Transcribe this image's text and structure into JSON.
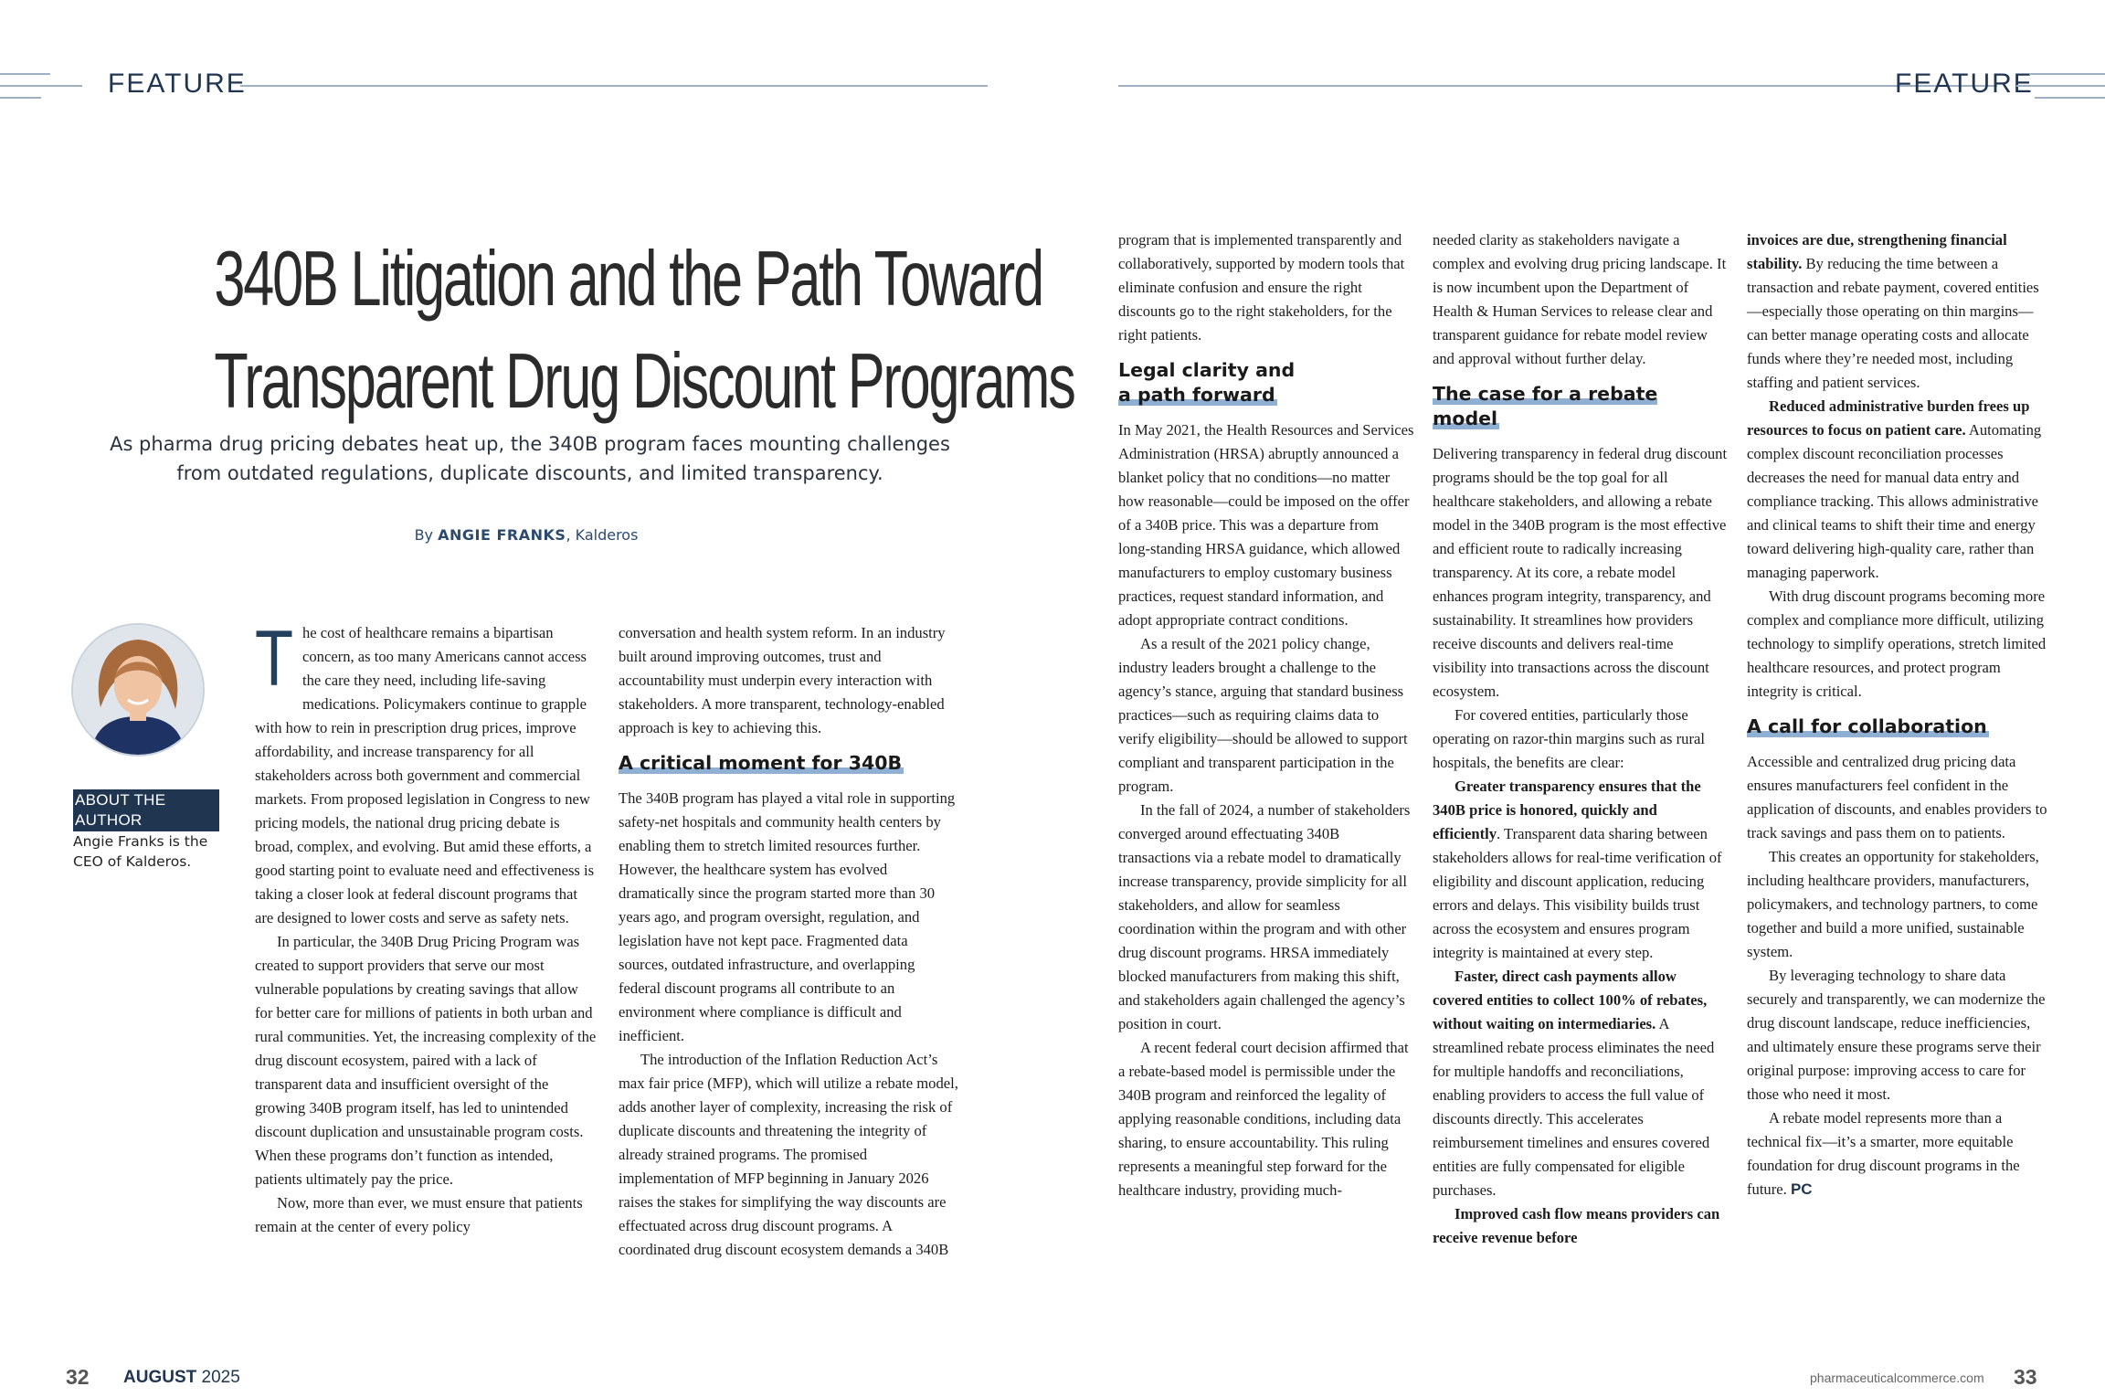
{
  "header": {
    "left_label": "FEATURE",
    "right_label": "FEATURE"
  },
  "article": {
    "title_line1": "340B Litigation and the Path Toward",
    "title_line2": "Transparent Drug Discount Programs",
    "subtitle": "As pharma drug pricing debates heat up, the 340B program faces mounting challenges from outdated regulations, duplicate discounts, and limited transparency.",
    "byline_prefix": "By",
    "author": "ANGIE FRANKS",
    "byline_affiliation": ", Kalderos"
  },
  "author_box": {
    "label": "ABOUT THE AUTHOR",
    "bio": "Angie Franks is the CEO of Kalderos."
  },
  "col1": {
    "dropcap": "T",
    "p1": "he cost of healthcare remains a bipartisan concern, as too many Americans cannot access the care they need, including life-saving medications. Policymakers continue to grapple with how to rein in prescription drug prices, improve affordability, and increase transparency for all stakeholders across both government and commercial markets. From proposed legislation in Congress to new pricing models, the national drug pricing debate is broad, complex, and evolving. But amid these efforts, a good starting point to evaluate need and effectiveness is taking a closer look at federal discount programs that are designed to lower costs and serve as safety nets.",
    "p2": "In particular, the 340B Drug Pricing Program was created to support providers that serve our most vulnerable populations by creating savings that allow for better care for millions of patients in both urban and rural communities. Yet, the increasing complexity of the drug discount ecosystem, paired with a lack of transparent data and insufficient oversight of the growing 340B program itself, has led to unintended discount duplication and unsustainable program costs. When these programs don’t function as intended, patients ultimately pay the price.",
    "p3": "Now, more than ever, we must ensure that patients remain at the center of every policy"
  },
  "col2": {
    "p1": "conversation and health system reform. In an industry built around improving outcomes, trust and accountability must underpin every interaction with stakeholders. A more transparent, technology-enabled approach is key to achieving this.",
    "head1": "A critical moment for 340B",
    "p2": "The 340B program has played a vital role in supporting safety-net hospitals and community health centers by enabling them to stretch limited resources further. However, the healthcare system has evolved dramatically since the program started more than 30 years ago, and program oversight, regulation, and legislation have not kept pace. Fragmented data sources, outdated infrastructure, and overlapping federal discount programs all contribute to an environment where compliance is difficult and inefficient.",
    "p3": "The introduction of the Inflation Reduction Act’s max fair price (MFP), which will utilize a rebate model, adds another layer of complexity, increasing the risk of duplicate discounts and threatening the integrity of already strained programs. The promised implementation of MFP beginning in January 2026 raises the stakes for simplifying the way discounts are effectuated across drug discount programs. A coordinated drug discount ecosystem demands a 340B"
  },
  "col3": {
    "p1": "program that is implemented transparently and collaboratively, supported by modern tools that eliminate confusion and ensure the right discounts go to the right stakeholders, for the right patients.",
    "head1_line1": "Legal clarity and",
    "head1_line2": "a path forward",
    "p2": "In May 2021, the Health Resources and Services Administration (HRSA) abruptly announced a blanket policy that no conditions—no matter how reasonable—could be imposed on the offer of a 340B price. This was a departure from long-standing HRSA guidance, which allowed manufacturers to employ customary business practices, request standard information, and adopt appropriate contract conditions.",
    "p3": "As a result of the 2021 policy change, industry leaders brought a challenge to the agency’s stance, arguing that standard business practices—such as requiring claims data to verify eligibility—should be allowed to support compliant and transparent participation in the program.",
    "p4": "In the fall of 2024, a number of stakeholders converged around effectuating 340B transactions via a rebate model to dramatically increase transparency, provide simplicity for all stakeholders, and allow for seamless coordination within the program and with other drug discount programs. HRSA immediately blocked manufacturers from making this shift, and stakeholders again challenged the agency’s position in court.",
    "p5": "A recent federal court decision affirmed that a rebate-based model is permissible under the 340B program and reinforced the legality of applying reasonable conditions, including data sharing, to ensure accountability. This ruling represents a meaningful step forward for the healthcare industry, providing much-"
  },
  "col4": {
    "p1": "needed clarity as stakeholders navigate a complex and evolving drug pricing landscape. It is now incumbent upon the Department of Health & Human Services to release clear and transparent guidance for rebate model review and approval without further delay.",
    "head1": "The case for a rebate model",
    "p2": "Delivering transparency in federal drug discount programs should be the top goal for all healthcare stakeholders, and allowing a rebate model in the 340B program is the most effective and efficient route to radically increasing transparency. At its core, a rebate model enhances program integrity, transparency, and sustainability. It streamlines how providers receive discounts and delivers real-time visibility into transactions across the discount ecosystem.",
    "p3": "For covered entities, particularly those operating on razor-thin margins such as rural hospitals, the benefits are clear:",
    "p4_bold": "Greater transparency ensures that the 340B price is honored, quickly and efficiently",
    "p4_rest": ". Transparent data sharing between stakeholders allows for real-time verification of eligibility and discount application, reducing errors and delays. This visibility builds trust across the ecosystem and ensures program integrity is maintained at every step.",
    "p5_bold": "Faster, direct cash payments allow covered entities to collect 100% of rebates, without waiting on intermediaries.",
    "p5_rest": " A streamlined rebate process eliminates the need for multiple handoffs and reconciliations, enabling providers to access the full value of discounts directly. This accelerates reimbursement timelines and ensures covered entities are fully compensated for eligible purchases.",
    "p6_bold": "Improved cash flow means providers can receive revenue before"
  },
  "col5": {
    "p1_bold": "invoices are due, strengthening financial stability.",
    "p1_rest": " By reducing the time between a transaction and rebate payment, covered entities—especially those operating on thin margins—can better manage operating costs and allocate funds where they’re needed most, including staffing and patient services.",
    "p2_bold": "Reduced administrative burden frees up resources to focus on patient care.",
    "p2_rest": " Automating complex discount reconciliation processes decreases the need for manual data entry and compliance tracking. This allows administrative and clinical teams to shift their time and energy toward delivering high-quality care, rather than managing paperwork.",
    "p3": "With drug discount programs becoming more complex and compliance more difficult, utilizing technology to simplify operations, stretch limited healthcare resources, and protect program integrity is critical.",
    "head1": "A call for collaboration",
    "p4": "Accessible and centralized drug pricing data ensures manufacturers feel confident in the application of discounts, and enables providers to track savings and pass them on to patients.",
    "p5": "This creates an opportunity for stakeholders, including healthcare providers, manufacturers, policymakers, and technology partners, to come together and build a more unified, sustainable system.",
    "p6": "By leveraging technology to share data securely and transparently, we can modernize the drug discount landscape, reduce inefficiencies, and ultimately ensure these programs serve their original purpose: improving access to care for those who need it most.",
    "p7": "A rebate model represents more than a technical fix—it’s a smarter, more equitable foundation for drug discount programs in the future.",
    "end_mark": "PC"
  },
  "footer": {
    "left_page_num": "32",
    "month": "AUGUST",
    "year": "2025",
    "site": "pharmaceuticalcommerce.com",
    "right_page_num": "33"
  }
}
